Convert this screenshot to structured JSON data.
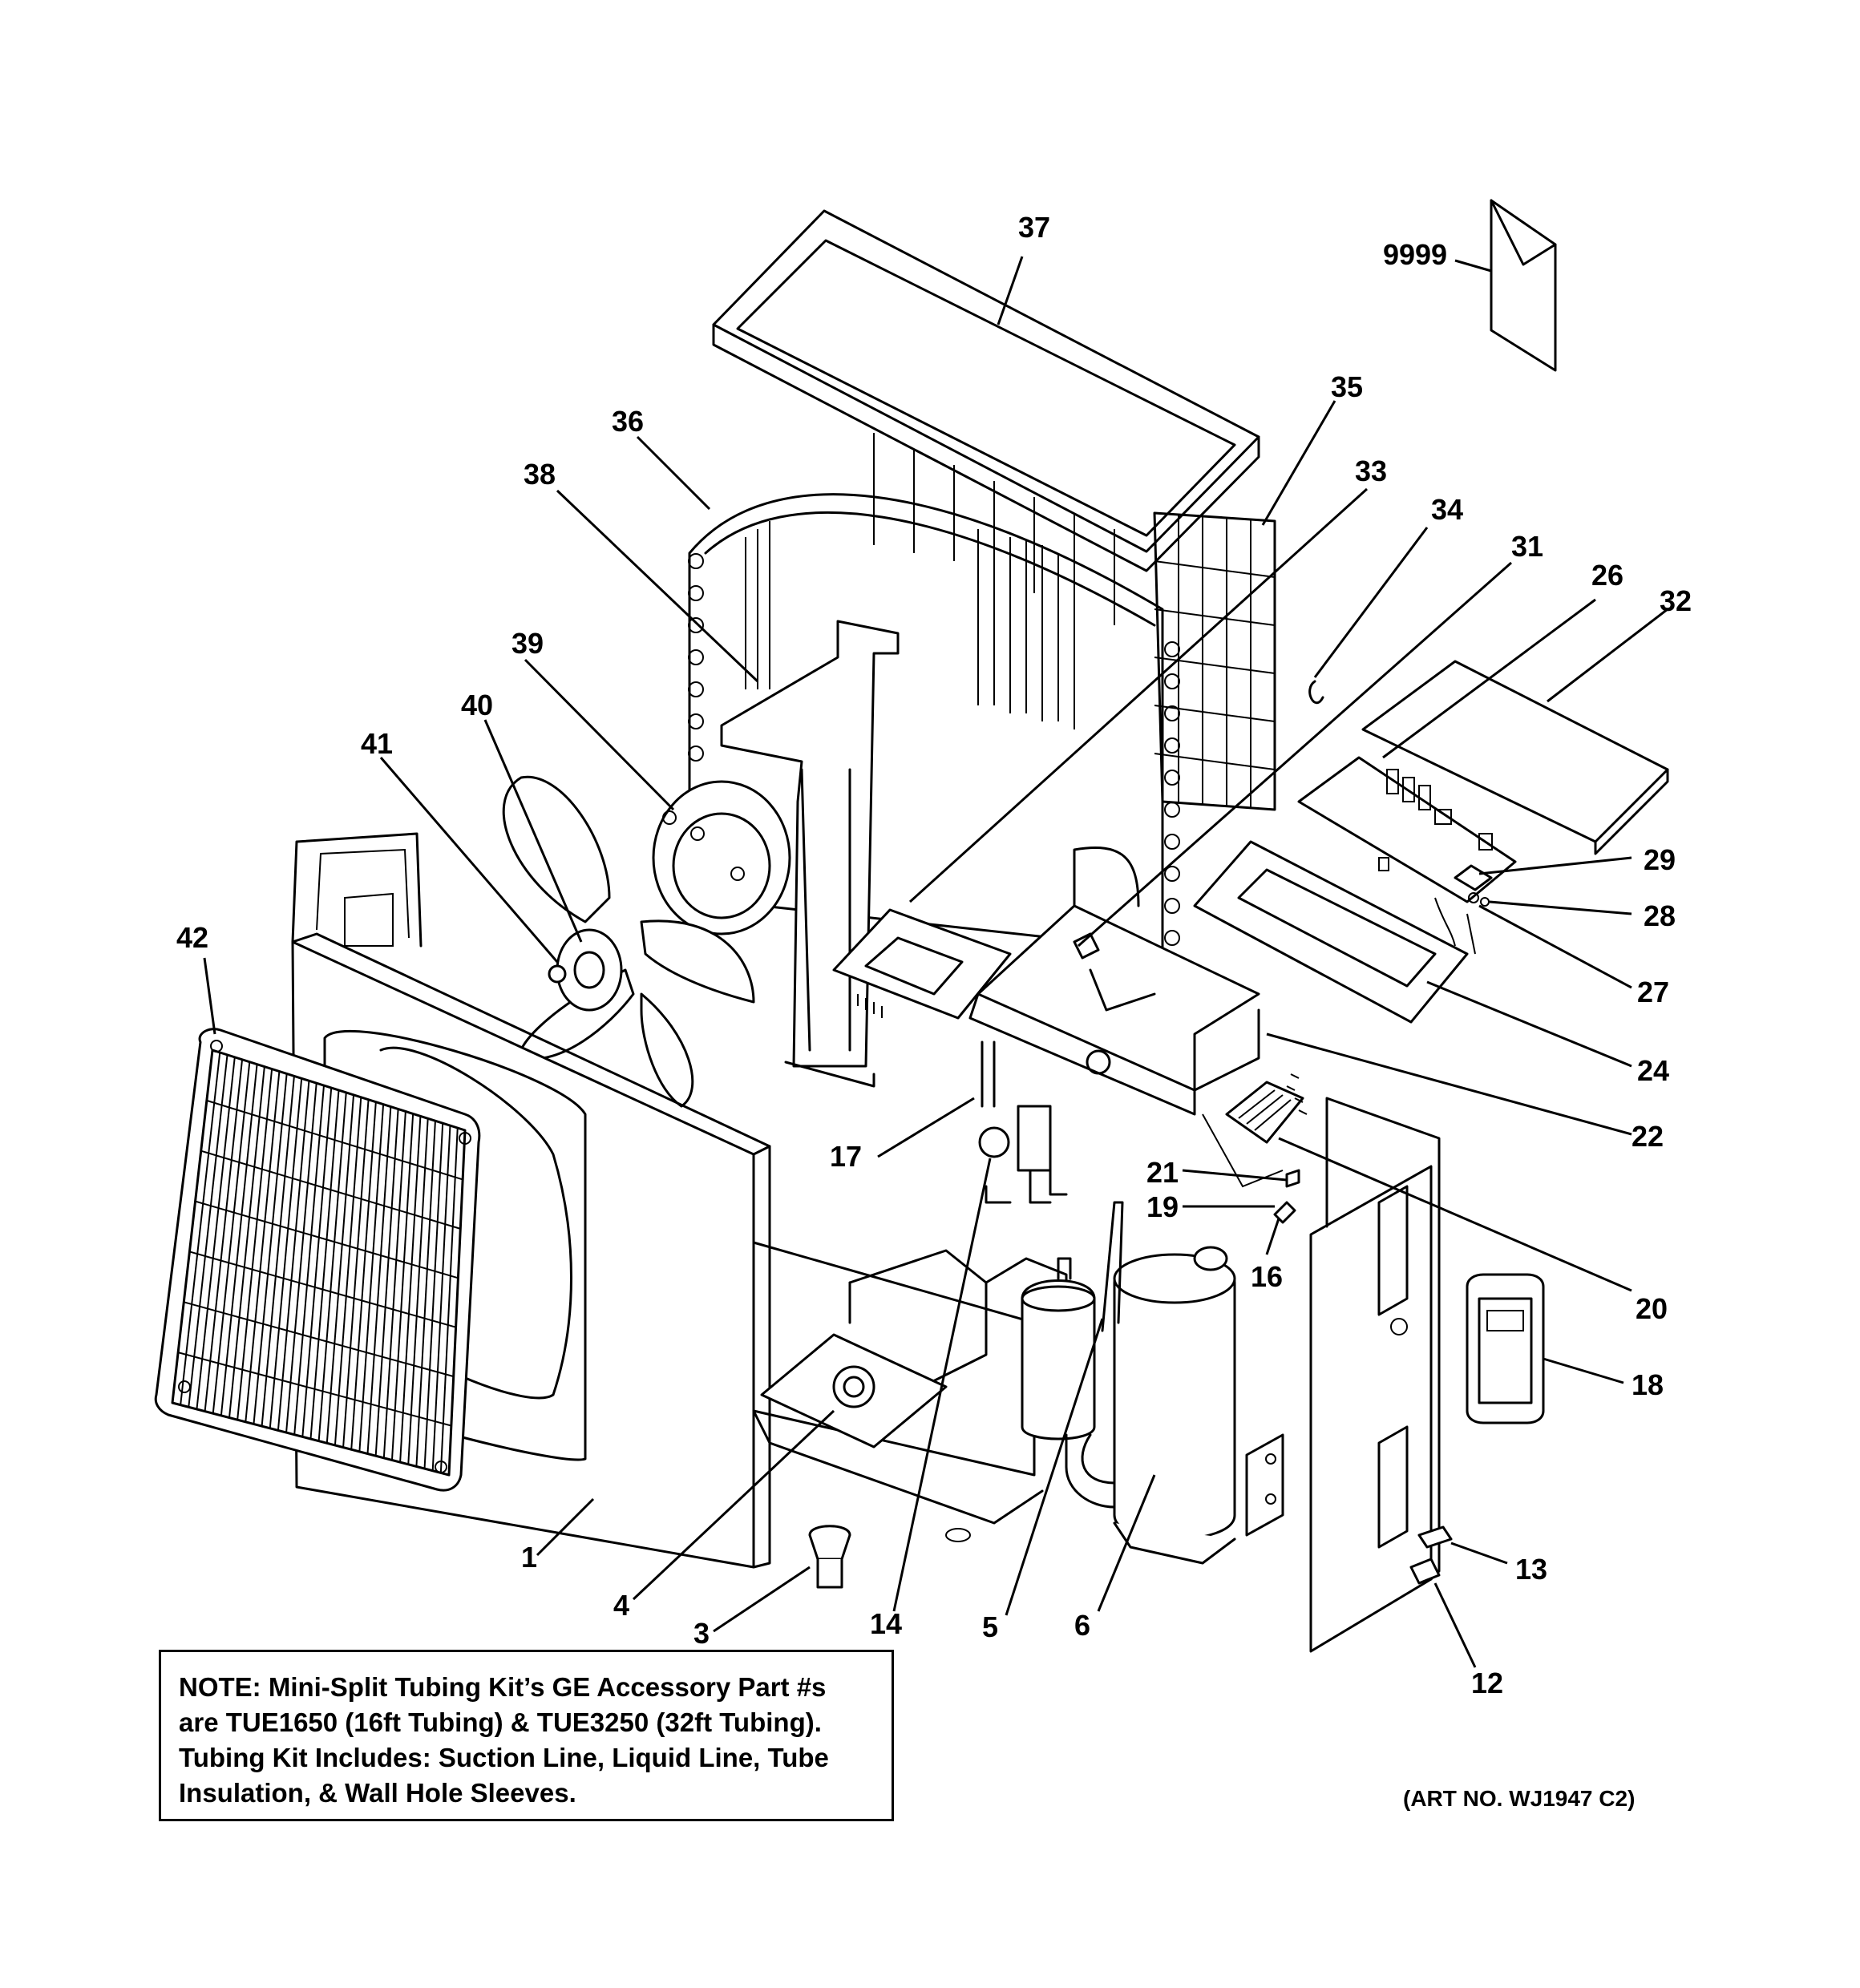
{
  "callouts": [
    "37",
    "9999",
    "35",
    "36",
    "38",
    "33",
    "34",
    "31",
    "26",
    "32",
    "39",
    "40",
    "41",
    "29",
    "28",
    "42",
    "27",
    "24",
    "22",
    "17",
    "21",
    "19",
    "16",
    "20",
    "18",
    "13",
    "1",
    "4",
    "3",
    "14",
    "5",
    "6",
    "12"
  ],
  "note": {
    "lines": [
      "NOTE: Mini-Split Tubing Kit’s GE Accessory Part #s",
      "are TUE1650 (16ft Tubing) & TUE3250 (32ft Tubing).",
      "Tubing Kit Includes: Suction Line, Liquid Line, Tube",
      "Insulation, & Wall Hole Sleeves."
    ]
  },
  "art_number": "(ART NO. WJ1947 C2)"
}
